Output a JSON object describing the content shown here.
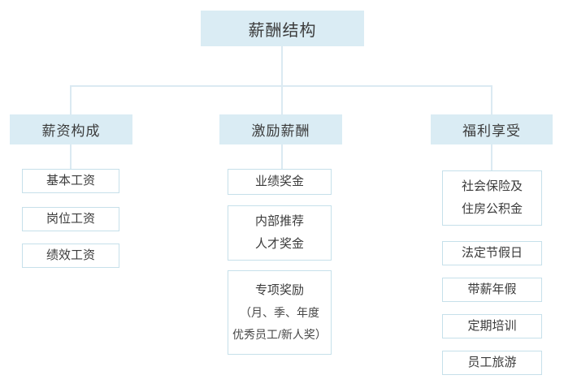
{
  "diagram": {
    "title": "薪酬结构",
    "colors": {
      "filled_box": "#daecf4",
      "child_border": "#c6e0ea",
      "connector": "#dbeaf2",
      "text": "#3b3b3b",
      "background": "#ffffff"
    },
    "branches": [
      {
        "header": "薪资构成",
        "children": [
          {
            "lines": [
              "基本工资"
            ]
          },
          {
            "lines": [
              "岗位工资"
            ]
          },
          {
            "lines": [
              "绩效工资"
            ]
          }
        ]
      },
      {
        "header": "激励薪酬",
        "children": [
          {
            "lines": [
              "业绩奖金"
            ]
          },
          {
            "lines": [
              "内部推荐",
              "人才奖金"
            ]
          },
          {
            "lines": [
              "专项奖励",
              "（月、季、年度",
              "优秀员工/新人奖）"
            ]
          }
        ]
      },
      {
        "header": "福利享受",
        "children": [
          {
            "lines": [
              "社会保险及",
              "住房公积金"
            ]
          },
          {
            "lines": [
              "法定节假日"
            ]
          },
          {
            "lines": [
              "带薪年假"
            ]
          },
          {
            "lines": [
              "定期培训"
            ]
          },
          {
            "lines": [
              "员工旅游"
            ]
          }
        ]
      }
    ]
  }
}
